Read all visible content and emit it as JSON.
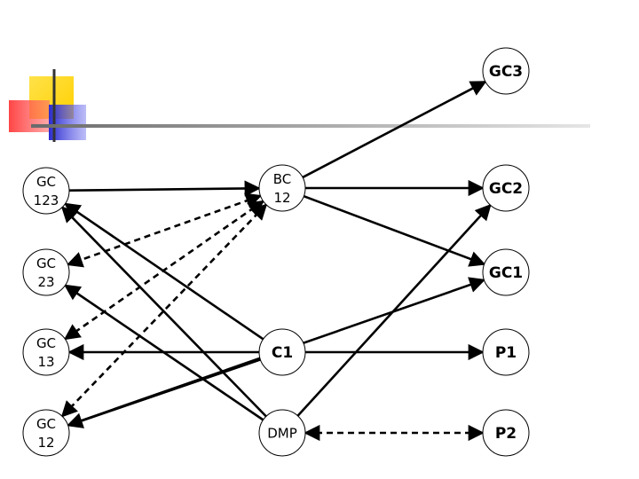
{
  "nodes": [
    {
      "id": "gc123",
      "lines": [
        "GC",
        "123"
      ],
      "bold": false
    },
    {
      "id": "gc23",
      "lines": [
        "GC",
        "23"
      ],
      "bold": false
    },
    {
      "id": "gc13",
      "lines": [
        "GC",
        "13"
      ],
      "bold": false
    },
    {
      "id": "gc12",
      "lines": [
        "GC",
        "12"
      ],
      "bold": false
    },
    {
      "id": "bc12",
      "lines": [
        "BC",
        "12"
      ],
      "bold": false
    },
    {
      "id": "c1",
      "lines": [
        "C1"
      ],
      "bold": true
    },
    {
      "id": "dmp",
      "lines": [
        "DMP"
      ],
      "bold": false
    },
    {
      "id": "gc3",
      "lines": [
        "GC3"
      ],
      "bold": true
    },
    {
      "id": "gc2",
      "lines": [
        "GC2"
      ],
      "bold": true
    },
    {
      "id": "gc1",
      "lines": [
        "GC1"
      ],
      "bold": true
    },
    {
      "id": "p1",
      "lines": [
        "P1"
      ],
      "bold": true
    },
    {
      "id": "p2",
      "lines": [
        "P2"
      ],
      "bold": true
    }
  ],
  "edges": [
    {
      "from": "gc123",
      "to": "bc12",
      "style": "solid",
      "arrow": "end"
    },
    {
      "from": "bc12",
      "to": "gc3",
      "style": "solid",
      "arrow": "end"
    },
    {
      "from": "bc12",
      "to": "gc2",
      "style": "solid",
      "arrow": "end"
    },
    {
      "from": "bc12",
      "to": "gc1",
      "style": "solid",
      "arrow": "end"
    },
    {
      "from": "bc12",
      "to": "gc23",
      "style": "dashed",
      "arrow": "both"
    },
    {
      "from": "bc12",
      "to": "gc13",
      "style": "dashed",
      "arrow": "both"
    },
    {
      "from": "bc12",
      "to": "gc12",
      "style": "dashed",
      "arrow": "both"
    },
    {
      "from": "c1",
      "to": "gc123",
      "style": "solid",
      "arrow": "end"
    },
    {
      "from": "dmp",
      "to": "gc123",
      "style": "solid",
      "arrow": "end"
    },
    {
      "from": "dmp",
      "to": "gc23",
      "style": "solid",
      "arrow": "end"
    },
    {
      "from": "c1",
      "to": "gc13",
      "style": "solid",
      "arrow": "end"
    },
    {
      "from": "c1",
      "to": "gc12",
      "style": "solid",
      "arrow": "end"
    },
    {
      "from": "gc12",
      "to": "gc1",
      "style": "solid",
      "arrow": "end"
    },
    {
      "from": "c1",
      "to": "p1",
      "style": "solid",
      "arrow": "end"
    },
    {
      "from": "dmp",
      "to": "gc2",
      "style": "solid",
      "arrow": "end"
    },
    {
      "from": "dmp",
      "to": "p2",
      "style": "dashed",
      "arrow": "both"
    }
  ]
}
